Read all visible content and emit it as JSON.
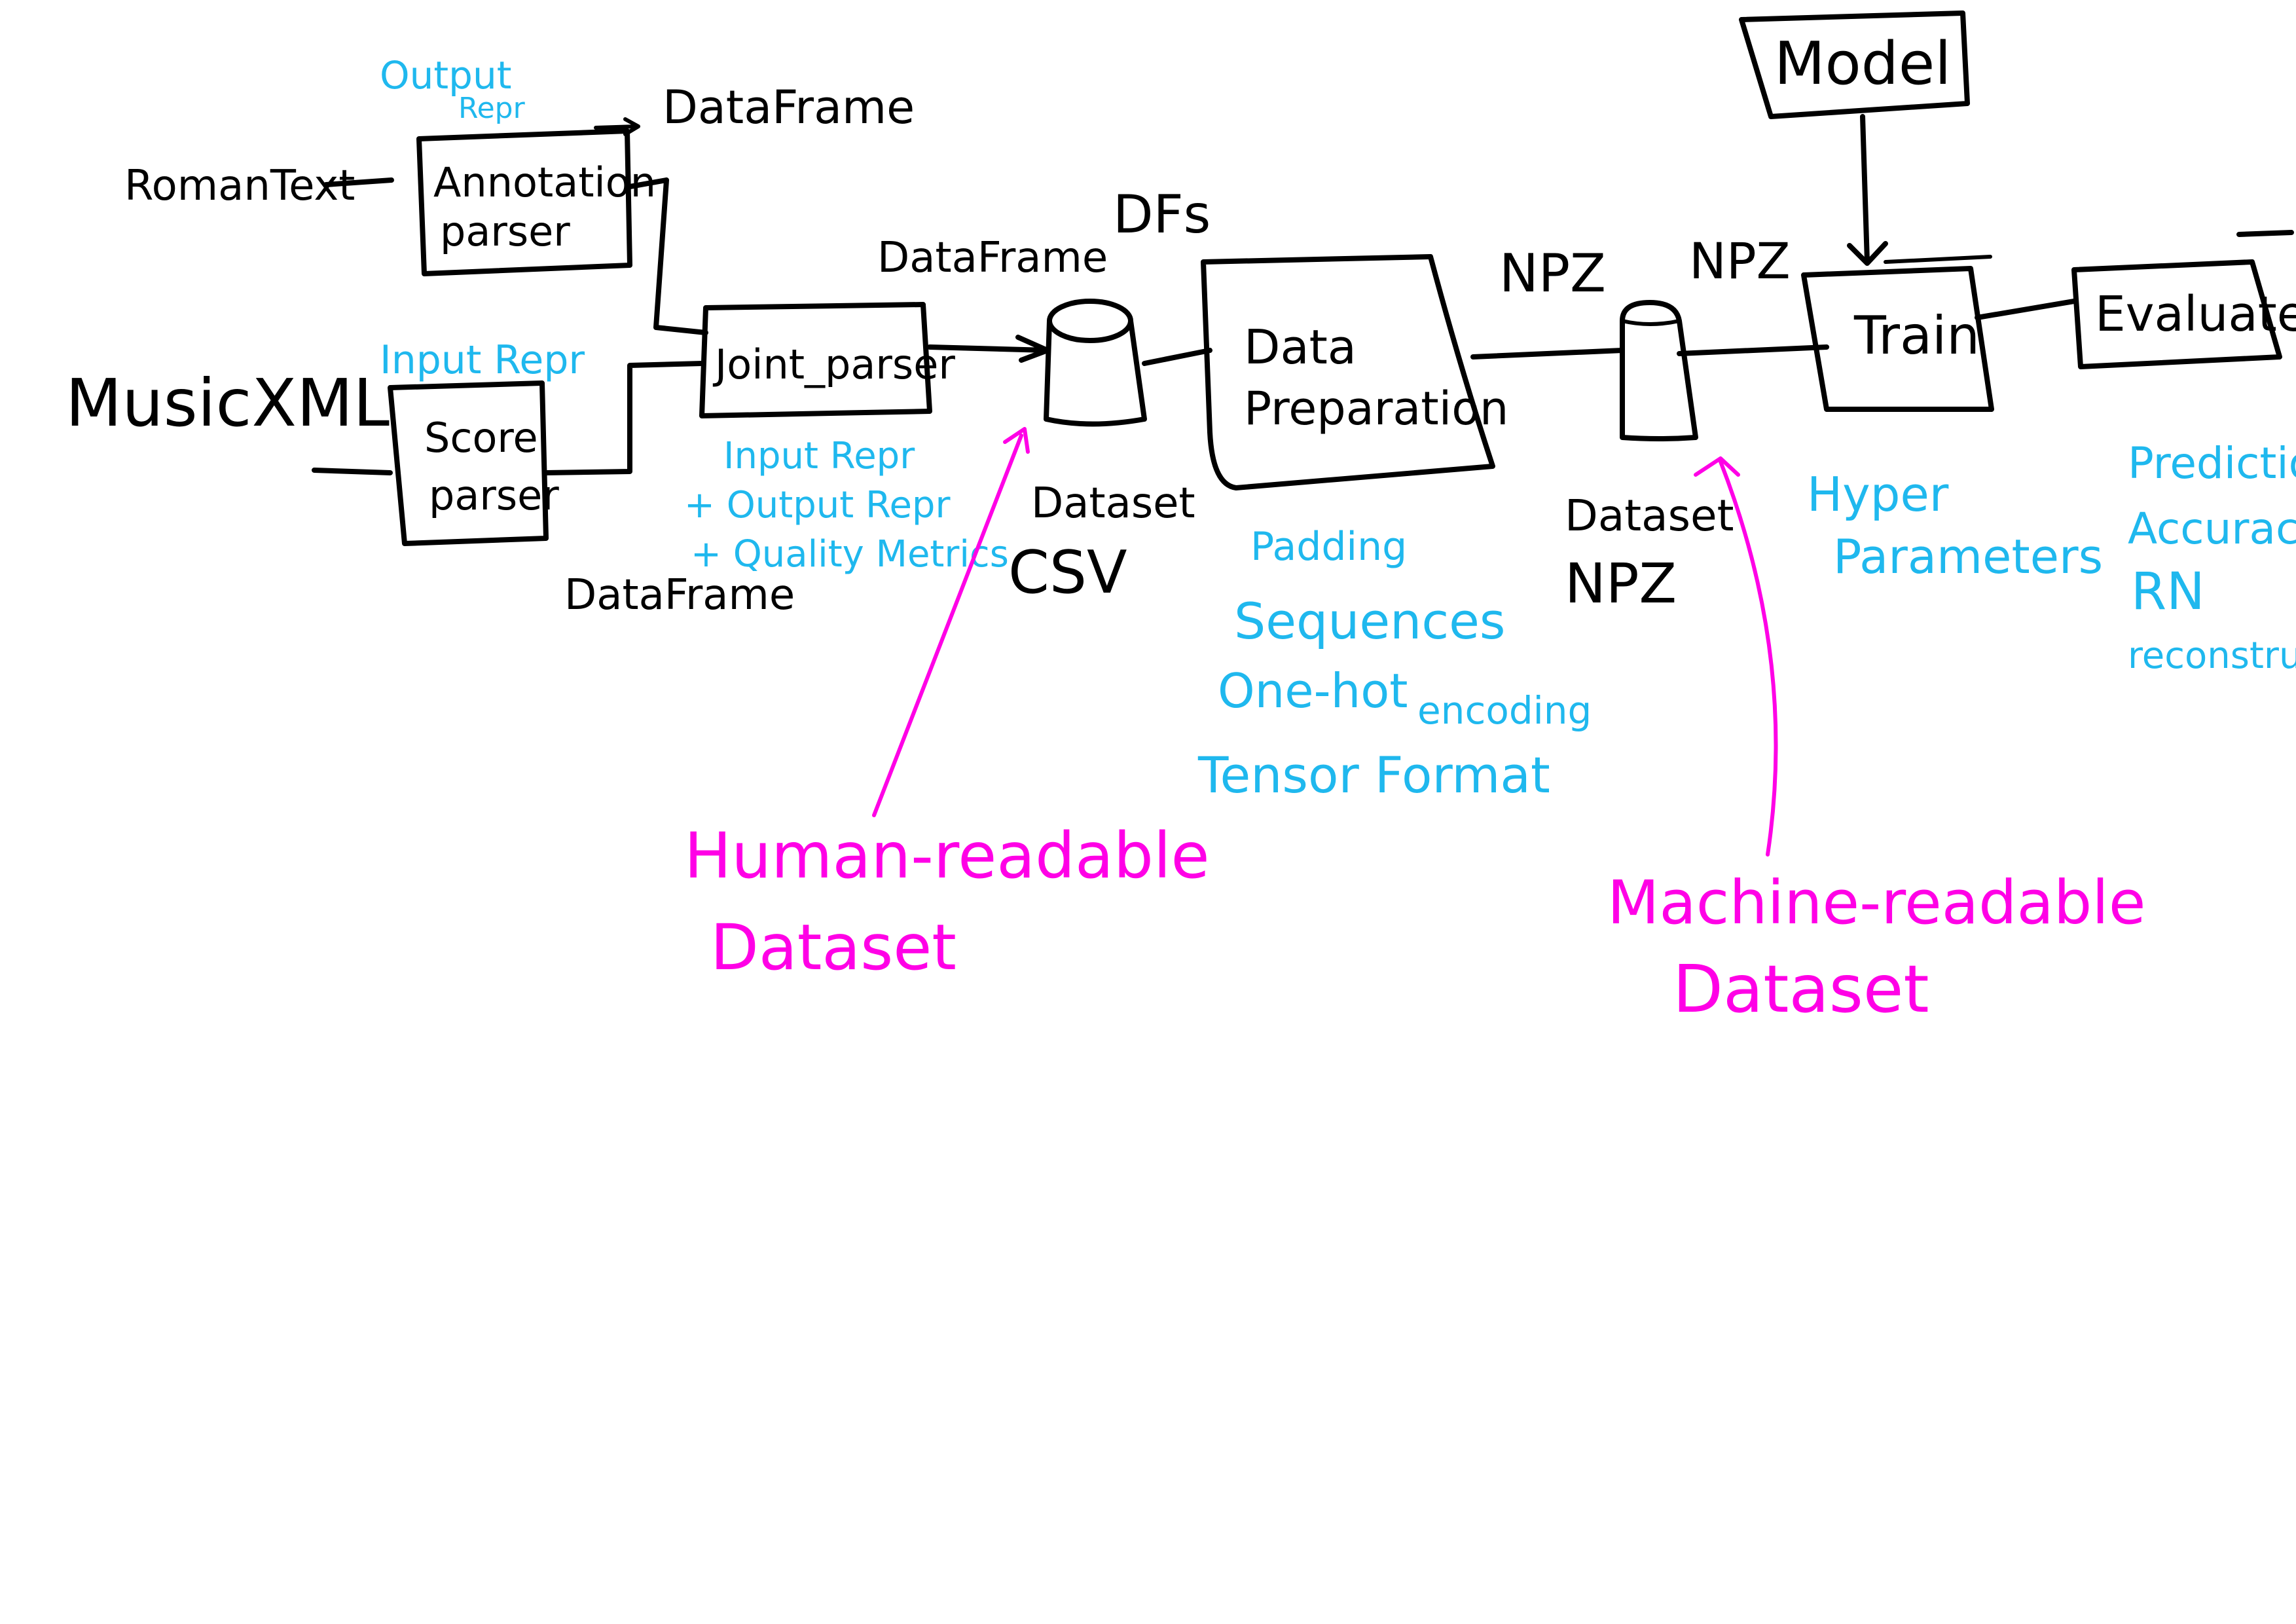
{
  "colors": {
    "ink": "#000000",
    "annotation": "#1fb8ee",
    "highlight": "#ff00e6",
    "background": "#ffffff"
  },
  "inputs": {
    "romantext": "RomanText",
    "musicxml": "MusicXML"
  },
  "nodes": {
    "annotation_parser": {
      "line1": "Annotation",
      "line2": "parser"
    },
    "score_parser": {
      "line1": "Score",
      "line2": "parser"
    },
    "joint_parser": {
      "label": "Joint_parser"
    },
    "data_preparation": {
      "line1": "Data",
      "line2": "Preparation"
    },
    "train": {
      "label": "Train"
    },
    "evaluate": {
      "label": "Evaluate"
    },
    "model": {
      "label": "Model"
    }
  },
  "edge_labels": {
    "annotation_out": "DataFrame",
    "score_out": "DataFrame",
    "joint_out": "DataFrame",
    "dfs": "DFs",
    "npz_1": "NPZ",
    "npz_2": "NPZ"
  },
  "datastores": {
    "csv": {
      "line1": "Dataset",
      "line2": "CSV"
    },
    "npz": {
      "line1": "Dataset",
      "line2": "NPZ"
    }
  },
  "annotations": {
    "output_repr": {
      "line1": "Output",
      "line2": "Repr"
    },
    "input_repr": "Input Repr",
    "joint_notes": [
      "Input Repr",
      "+ Output Repr",
      "+ Quality Metrics"
    ],
    "data_prep_notes": [
      "Padding",
      "Sequences",
      "One-hot",
      "encoding",
      "Tensor Format"
    ],
    "train_notes": [
      "Hyper",
      "Parameters"
    ],
    "evaluate_notes": [
      "Prediction",
      "Accuracy",
      "RN",
      "reconstruction"
    ]
  },
  "callouts": {
    "human": {
      "line1": "Human-readable",
      "line2": "Dataset"
    },
    "machine": {
      "line1": "Machine-readable",
      "line2": "Dataset"
    }
  }
}
